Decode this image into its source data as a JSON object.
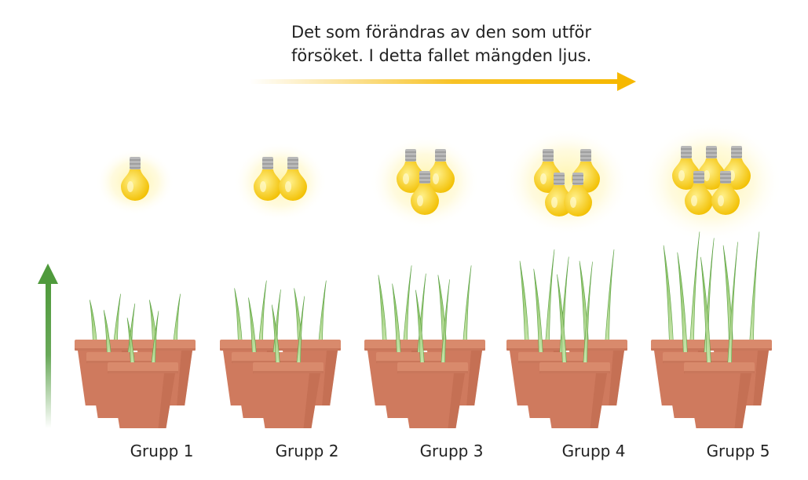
{
  "caption": {
    "line1": "Det som förändras av den som utför",
    "line2": "försöket. I detta fallet mängden ljus."
  },
  "groups": [
    {
      "label": "Grupp 1",
      "bulbs": 1,
      "plant_height": 0.3
    },
    {
      "label": "Grupp 2",
      "bulbs": 2,
      "plant_height": 0.45
    },
    {
      "label": "Grupp 3",
      "bulbs": 3,
      "plant_height": 0.62
    },
    {
      "label": "Grupp 4",
      "bulbs": 4,
      "plant_height": 0.8
    },
    {
      "label": "Grupp 5",
      "bulbs": 5,
      "plant_height": 1.0
    }
  ],
  "colors": {
    "arrow_light": "#f6b800",
    "arrow_growth": "#4f9a3c",
    "pot": "#cf7a5e",
    "pot_rim": "#d98a6c",
    "pot_shadow": "#b9634a",
    "leaf": "#8cc46a",
    "leaf_dark": "#5fa347",
    "bulb": "#ffd21a",
    "bulb_base": "#b9b9b9",
    "text": "#222222"
  },
  "icons": {
    "light_arrow": "arrow-right-icon",
    "growth_arrow": "arrow-up-icon",
    "bulb": "light-bulb-icon",
    "pot": "flower-pot-icon"
  }
}
